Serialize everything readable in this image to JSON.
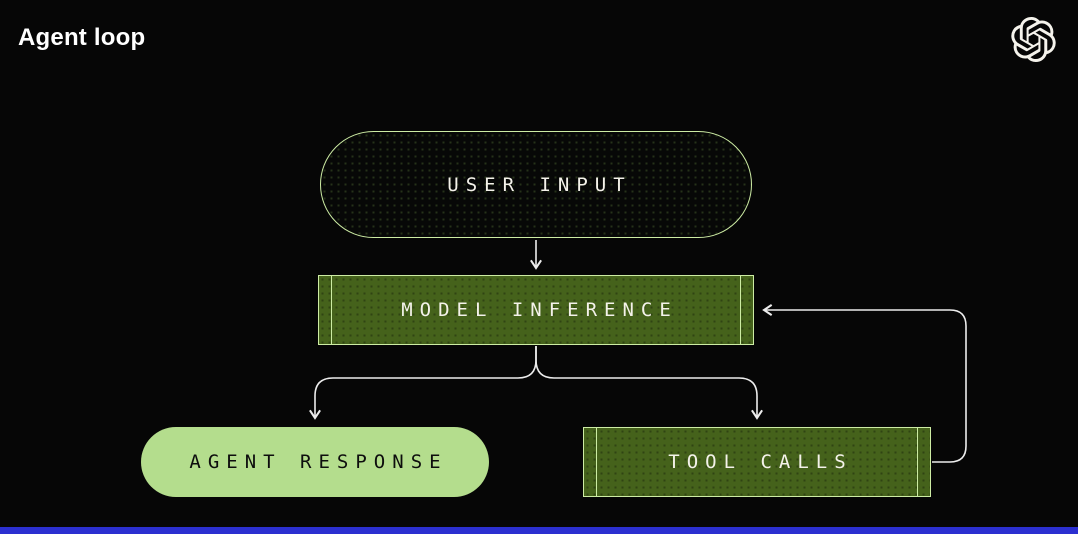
{
  "header": {
    "title": "Agent loop",
    "logo_icon": "openai-logo"
  },
  "colors": {
    "background": "#060606",
    "outline_green": "#cdeca4",
    "olive_fill": "#45621b",
    "light_green_fill": "#b4dd8d",
    "arrow": "#ececec",
    "text_light": "#f4f2ea",
    "text_dark": "#0d0d0d",
    "footer_bar": "#2b2fd0"
  },
  "diagram": {
    "nodes": [
      {
        "id": "user-input",
        "label": "USER INPUT",
        "shape": "pill",
        "style": "dark-dotted"
      },
      {
        "id": "model-inference",
        "label": "MODEL INFERENCE",
        "shape": "rect",
        "style": "olive-dotted"
      },
      {
        "id": "agent-response",
        "label": "AGENT RESPONSE",
        "shape": "pill",
        "style": "light-green"
      },
      {
        "id": "tool-calls",
        "label": "TOOL CALLS",
        "shape": "rect",
        "style": "olive-dotted"
      }
    ],
    "edges": [
      {
        "from": "user-input",
        "to": "model-inference",
        "type": "arrow-down"
      },
      {
        "from": "model-inference",
        "to": "agent-response",
        "type": "fork-left"
      },
      {
        "from": "model-inference",
        "to": "tool-calls",
        "type": "fork-right"
      },
      {
        "from": "tool-calls",
        "to": "model-inference",
        "type": "feedback-loop"
      }
    ]
  }
}
